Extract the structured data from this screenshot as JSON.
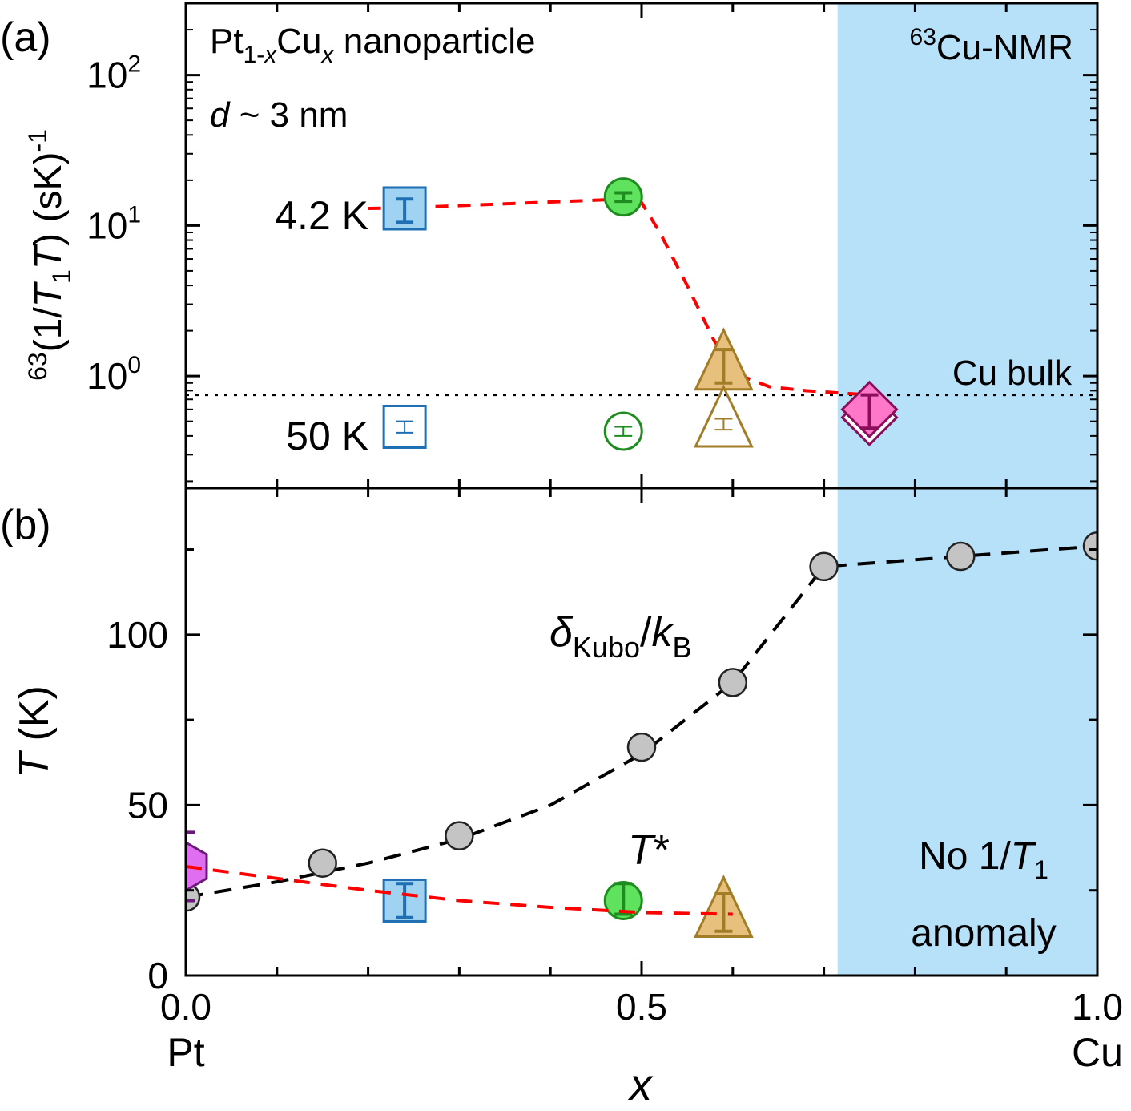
{
  "colors": {
    "shade": "#b7e1f9",
    "fit_red": "#ff0000",
    "fit_black": "#000000",
    "kubo_fill": "#c4c4c4",
    "square_fill": "#9fd3f1",
    "square_edge": "#1f6fb2",
    "square_edge_b": "#1a237e",
    "circle_fill": "#5fe35f",
    "circle_edge": "#1e8c1e",
    "triangle_fill": "#e6c07c",
    "triangle_edge": "#a37c26",
    "diamond_fill": "#ff77c8",
    "diamond_edge": "#8b0e5a",
    "hexagon_fill": "#e06ef0",
    "hexagon_edge": "#6a1b7a"
  },
  "chart_data": [
    {
      "panel_label": "(a)",
      "type": "scatter",
      "y_scale": "log",
      "xlim": [
        0,
        1
      ],
      "ylim": [
        0.18,
        300
      ],
      "ylabel_prefix": "63",
      "ylabel_left": "(1/",
      "ylabel_T1": "T",
      "ylabel_T1_sub": "1",
      "ylabel_T": "T",
      "ylabel_right": ") (sK)",
      "ylabel_sup": "-1",
      "y_ticks": [
        {
          "value": 1,
          "base": "10",
          "exp": "0"
        },
        {
          "value": 10,
          "base": "10",
          "exp": "1"
        },
        {
          "value": 100,
          "base": "10",
          "exp": "2"
        }
      ],
      "title_text": {
        "pt": "Pt",
        "pt_sub": "1-",
        "pt_sub_x": "x",
        "cu": "Cu",
        "cu_sub": "x",
        "rest": " nanoparticle"
      },
      "size_text": {
        "d": "d",
        "rest": " ~ 3 nm"
      },
      "nmr_label": {
        "sup": "63",
        "text": "Cu-NMR"
      },
      "bulk_label": "Cu bulk",
      "bulk_value": 0.75,
      "label_4K": "4.2 K",
      "label_50K": "50 K",
      "shaded_region_x": [
        0.715,
        1.0
      ],
      "series": [
        {
          "name": "4.2 K",
          "marker": "square",
          "x": 0.24,
          "y": 13.0,
          "err": [
            10.5,
            15.0
          ],
          "filled": true
        },
        {
          "name": "4.2 K",
          "marker": "circle",
          "x": 0.48,
          "y": 15.5,
          "err": [
            14.5,
            16.5
          ],
          "filled": true
        },
        {
          "name": "4.2 K",
          "marker": "triangle",
          "x": 0.59,
          "y": 1.15,
          "err": [
            0.9,
            1.5
          ],
          "filled": true
        },
        {
          "name": "4.2 K",
          "marker": "diamond",
          "x": 0.75,
          "y": 0.6,
          "err": [
            0.45,
            0.75
          ],
          "filled": true
        },
        {
          "name": "50 K",
          "marker": "square",
          "x": 0.24,
          "y": 0.46,
          "err": [
            0.42,
            0.5
          ],
          "filled": false
        },
        {
          "name": "50 K",
          "marker": "circle",
          "x": 0.48,
          "y": 0.43,
          "err": [
            0.4,
            0.46
          ],
          "filled": false
        },
        {
          "name": "50 K",
          "marker": "triangle",
          "x": 0.59,
          "y": 0.48,
          "err": [
            0.44,
            0.52
          ],
          "filled": false
        }
      ],
      "fit_line": {
        "x": [
          0.2,
          0.24,
          0.48,
          0.5,
          0.52,
          0.55,
          0.58,
          0.61,
          0.64,
          0.68,
          0.72,
          0.75
        ],
        "y": [
          13.0,
          13.1,
          15.0,
          14.2,
          9.0,
          4.0,
          1.7,
          1.0,
          0.85,
          0.8,
          0.77,
          0.75
        ]
      }
    },
    {
      "panel_label": "(b)",
      "type": "scatter",
      "xlim": [
        0,
        1
      ],
      "ylim": [
        0,
        143
      ],
      "xlabel": "x",
      "ylabel_T": "T",
      "ylabel_rest": " (K)",
      "x_ticks": [
        {
          "value": 0.0,
          "label": "0.0"
        },
        {
          "value": 0.5,
          "label": "0.5"
        },
        {
          "value": 1.0,
          "label": "1.0"
        }
      ],
      "x_end_labels": {
        "left": "Pt",
        "right": "Cu"
      },
      "y_ticks": [
        {
          "value": 0,
          "label": "0"
        },
        {
          "value": 50,
          "label": "50"
        },
        {
          "value": 100,
          "label": "100"
        }
      ],
      "kubo_label": {
        "delta": "δ",
        "sub": "Kubo",
        "slash": "/",
        "k": "k",
        "ksub": "B"
      },
      "tstar_label": {
        "t": "T",
        "star": "*"
      },
      "anomaly_label": {
        "line1_a": "No 1/",
        "line1_T": "T",
        "line1_sub": "1",
        "line2": "anomaly"
      },
      "shaded_region_x": [
        0.715,
        1.0
      ],
      "kubo": {
        "x": [
          0.0,
          0.15,
          0.3,
          0.5,
          0.6,
          0.7,
          0.85,
          1.0
        ],
        "y": [
          23,
          33,
          41,
          67,
          86,
          120,
          123,
          126
        ]
      },
      "kubo_fit": {
        "x": [
          0.0,
          0.1,
          0.2,
          0.3,
          0.4,
          0.5,
          0.6,
          0.7,
          0.85,
          1.0
        ],
        "y": [
          23,
          27.5,
          33,
          40,
          50,
          65,
          86,
          120,
          123,
          126
        ]
      },
      "tstar": [
        {
          "marker": "hexagon",
          "x": 0.0,
          "y": 32,
          "err": [
            22,
            42
          ]
        },
        {
          "marker": "square",
          "x": 0.24,
          "y": 22,
          "err": [
            17,
            27
          ]
        },
        {
          "marker": "circle",
          "x": 0.48,
          "y": 22,
          "err": [
            18,
            27
          ]
        },
        {
          "marker": "triangle",
          "x": 0.59,
          "y": 18,
          "err": [
            13,
            24
          ]
        }
      ],
      "tstar_fit": {
        "x": [
          0.0,
          0.1,
          0.2,
          0.3,
          0.4,
          0.5,
          0.6
        ],
        "y": [
          32,
          28.5,
          25,
          22,
          20,
          18.5,
          18
        ]
      }
    }
  ]
}
